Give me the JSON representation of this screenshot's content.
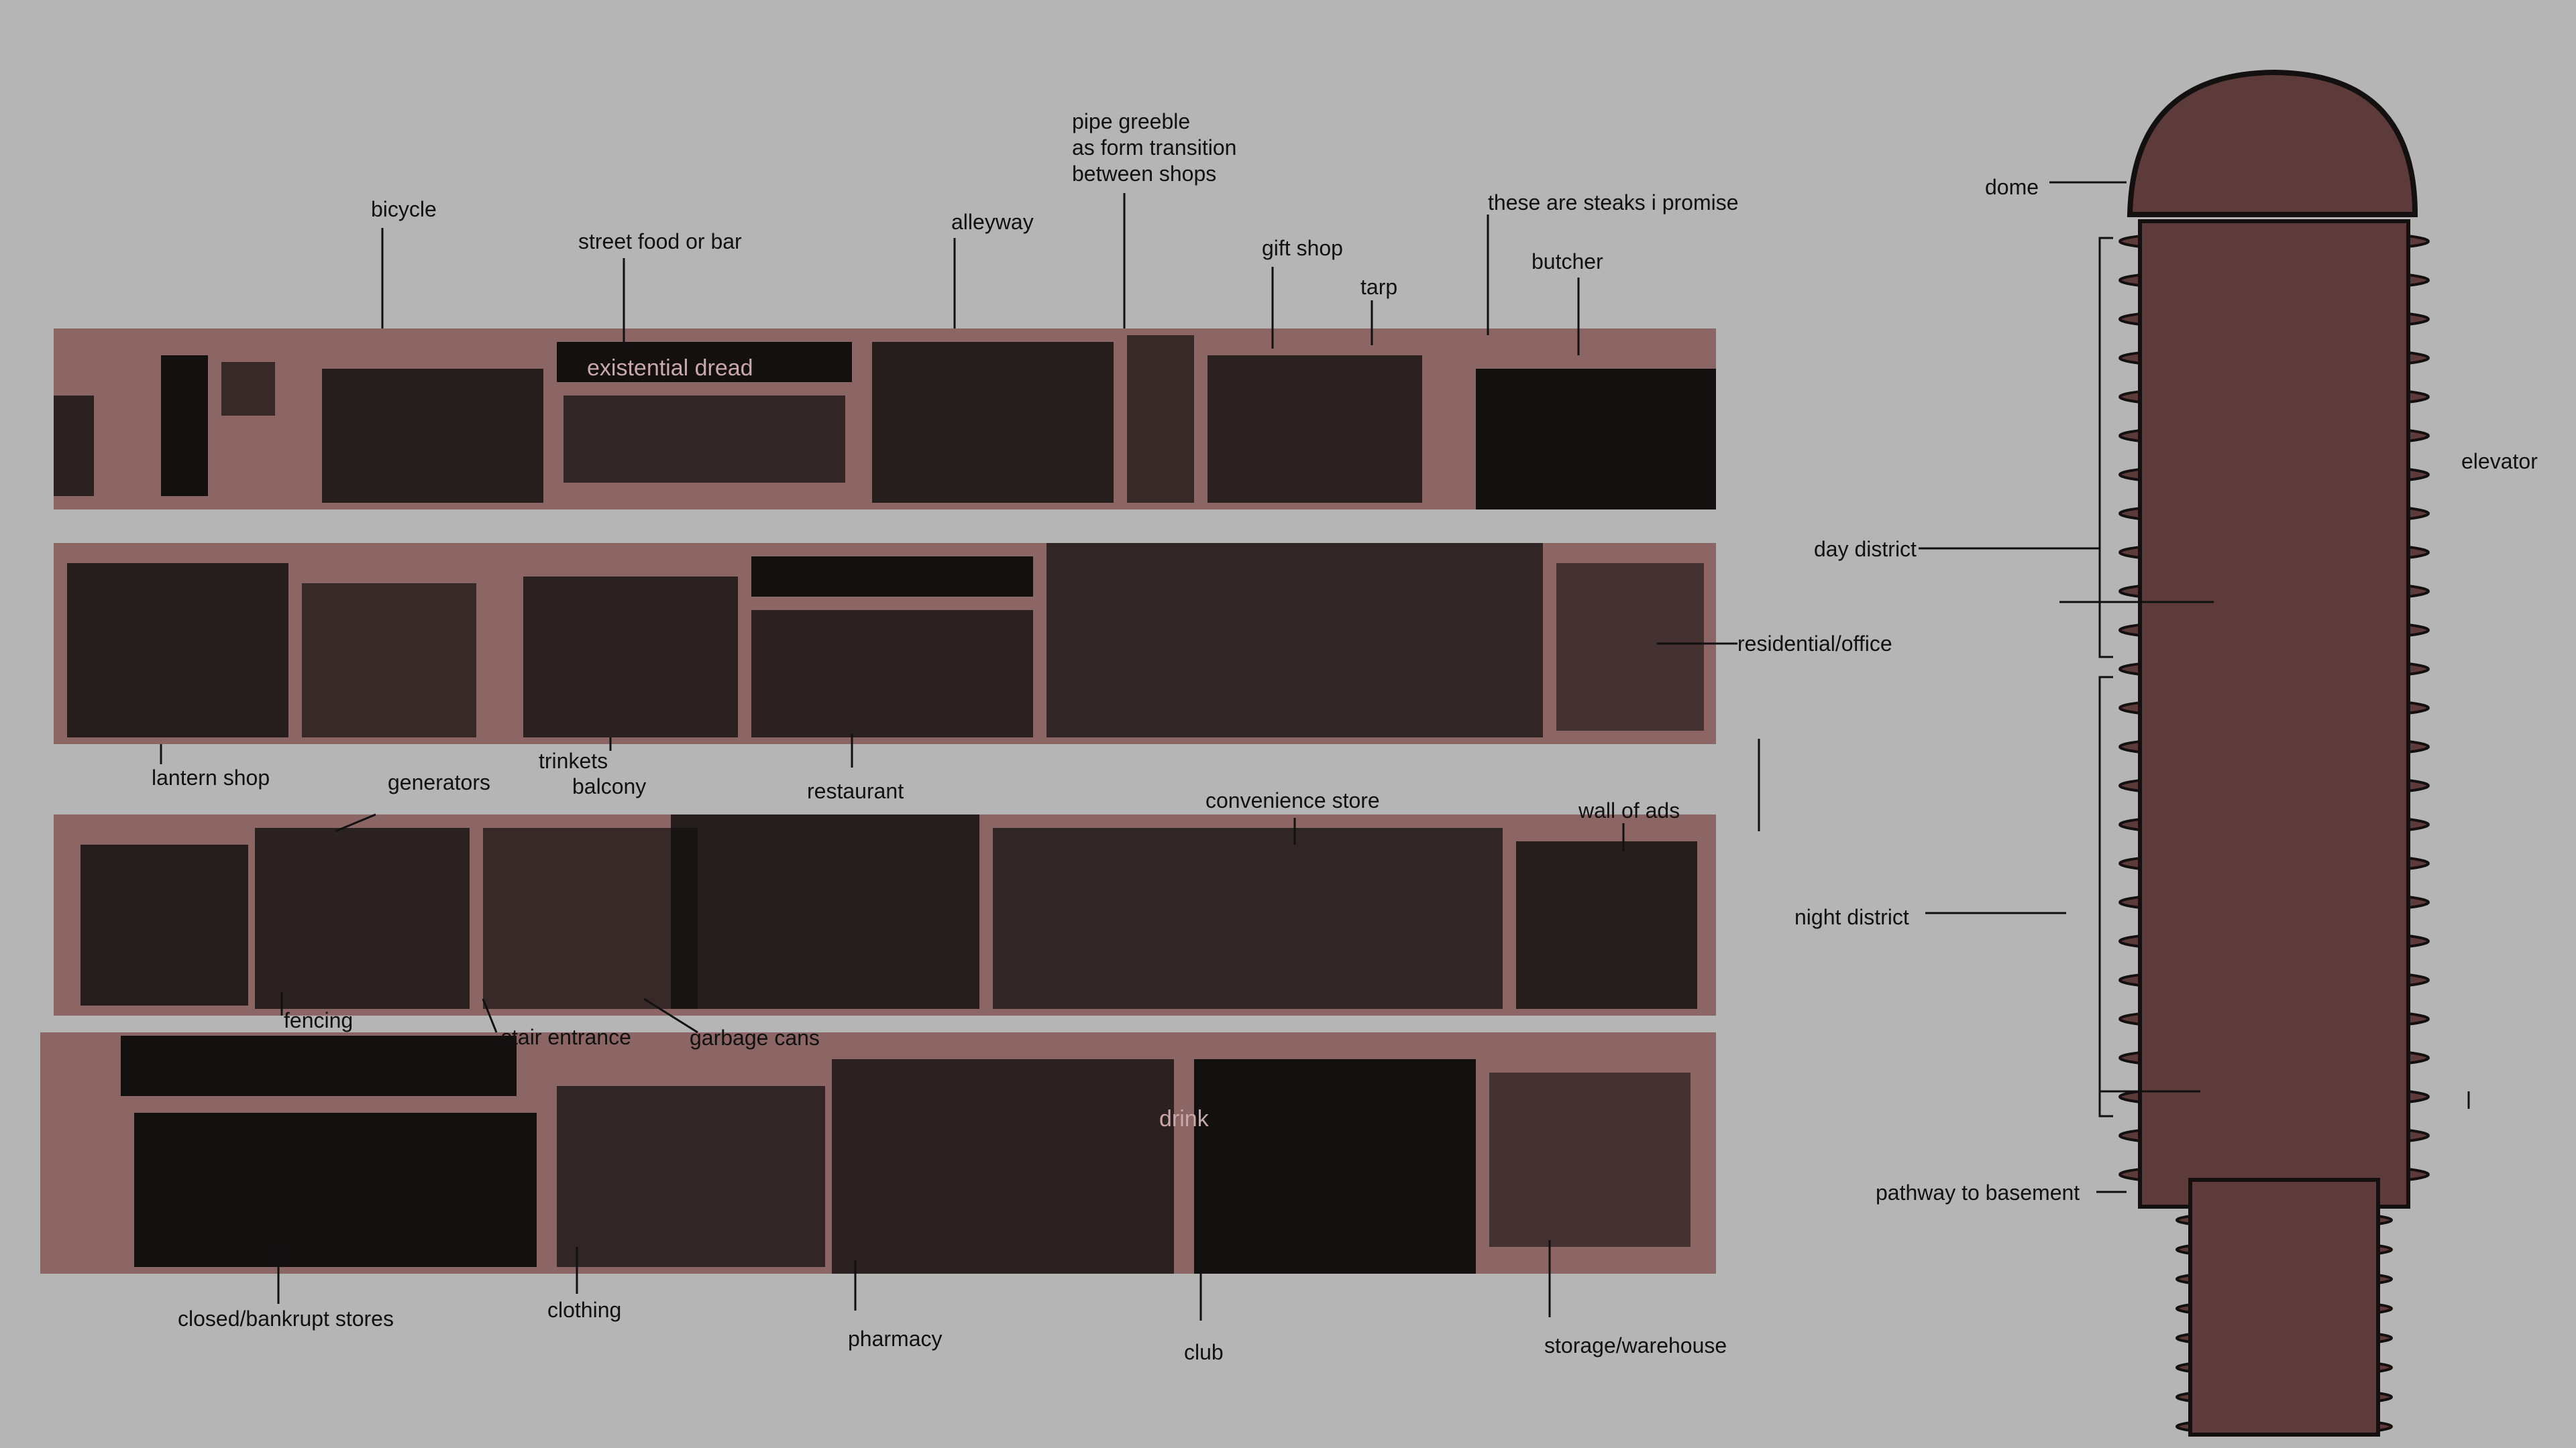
{
  "colors": {
    "background": "#b5b5b5",
    "facade": "#8c6565",
    "ink": "#141010",
    "tower": "#5e3b3b",
    "leader": "#111111"
  },
  "signs": {
    "existential": "existential dread",
    "drink": "drink"
  },
  "labels": {
    "bicycle": "bicycle",
    "street_food": "street food or bar",
    "alleyway": "alleyway",
    "pipe_greeble": [
      "pipe greeble",
      "as form transition",
      "between shops"
    ],
    "gift_shop": "gift shop",
    "tarp": "tarp",
    "steaks": "these are steaks i promise",
    "butcher": "butcher",
    "lantern_shop": "lantern shop",
    "generators": "generators",
    "trinkets": "trinkets",
    "balcony": "balcony",
    "restaurant": "restaurant",
    "convenience_store": "convenience store",
    "wall_of_ads": "wall of ads",
    "residential_office": "residential/office",
    "fencing": "fencing",
    "stair_entrance": "stair entrance",
    "garbage_cans": "garbage cans",
    "closed_stores": "closed/bankrupt stores",
    "clothing": "clothing",
    "pharmacy": "pharmacy",
    "club": "club",
    "storage": "storage/warehouse",
    "dome": "dome",
    "elevator": "elevator",
    "day_district": "day district",
    "night_district": "night district",
    "pathway_basement": "pathway to basement"
  }
}
